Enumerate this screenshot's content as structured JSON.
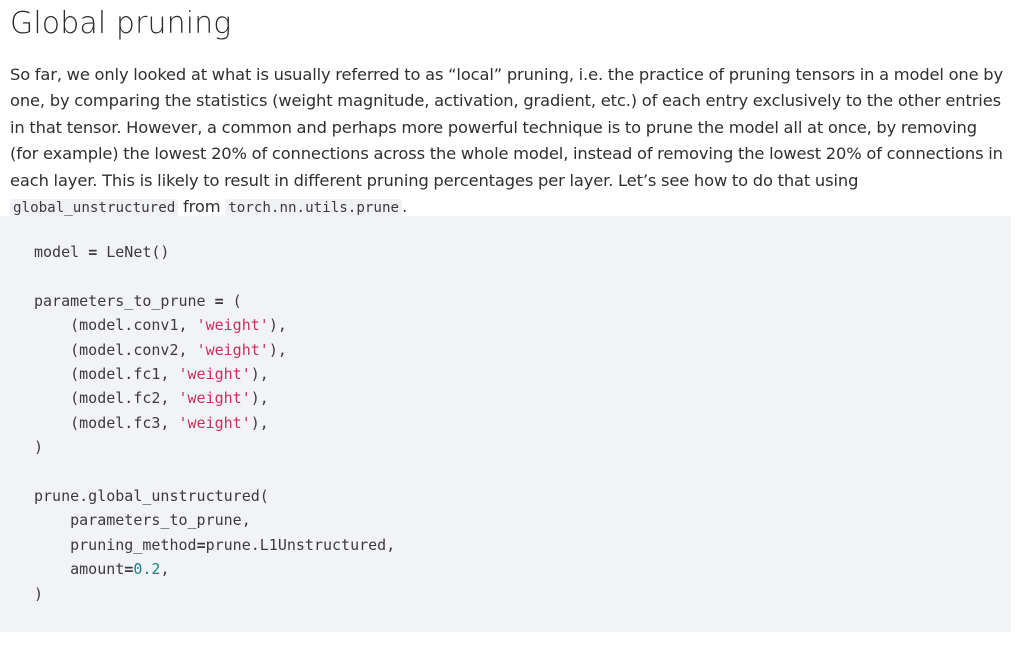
{
  "heading": {
    "text": "Global pruning"
  },
  "paragraph": {
    "part1": "So far, we only looked at what is usually referred to as “local” pruning, i.e. the practice of pruning tensors in a model one by one, by comparing the statistics (weight magnitude, activation, gradient, etc.) of each entry exclusively to the other entries in that tensor. However, a common and perhaps more powerful technique is to prune the model all at once, by removing (for example) the lowest 20% of connections across the whole model, instead of removing the lowest 20% of connections in each layer. This is likely to result in different pruning percentages per layer. Let’s see how to do that using ",
    "inline_code_1": "global_unstructured",
    "part2": " from ",
    "inline_code_2": "torch.nn.utils.prune",
    "part3": "."
  },
  "code_block": {
    "language": "python",
    "lines": [
      {
        "indent": 0,
        "tokens": [
          {
            "t": "plain",
            "v": "model "
          },
          {
            "t": "op",
            "v": "="
          },
          {
            "t": "plain",
            "v": " LeNet()"
          }
        ]
      },
      {
        "indent": 0,
        "tokens": []
      },
      {
        "indent": 0,
        "tokens": [
          {
            "t": "plain",
            "v": "parameters_to_prune "
          },
          {
            "t": "op",
            "v": "="
          },
          {
            "t": "plain",
            "v": " ("
          }
        ]
      },
      {
        "indent": 0,
        "tokens": [
          {
            "t": "plain",
            "v": "    (model.conv1, "
          },
          {
            "t": "str",
            "v": "'weight'"
          },
          {
            "t": "plain",
            "v": "),"
          }
        ]
      },
      {
        "indent": 0,
        "tokens": [
          {
            "t": "plain",
            "v": "    (model.conv2, "
          },
          {
            "t": "str",
            "v": "'weight'"
          },
          {
            "t": "plain",
            "v": "),"
          }
        ]
      },
      {
        "indent": 0,
        "tokens": [
          {
            "t": "plain",
            "v": "    (model.fc1, "
          },
          {
            "t": "str",
            "v": "'weight'"
          },
          {
            "t": "plain",
            "v": "),"
          }
        ]
      },
      {
        "indent": 0,
        "tokens": [
          {
            "t": "plain",
            "v": "    (model.fc2, "
          },
          {
            "t": "str",
            "v": "'weight'"
          },
          {
            "t": "plain",
            "v": "),"
          }
        ]
      },
      {
        "indent": 0,
        "tokens": [
          {
            "t": "plain",
            "v": "    (model.fc3, "
          },
          {
            "t": "str",
            "v": "'weight'"
          },
          {
            "t": "plain",
            "v": "),"
          }
        ]
      },
      {
        "indent": 0,
        "tokens": [
          {
            "t": "plain",
            "v": ")"
          }
        ]
      },
      {
        "indent": 0,
        "tokens": []
      },
      {
        "indent": 0,
        "tokens": [
          {
            "t": "plain",
            "v": "prune.global_unstructured("
          }
        ]
      },
      {
        "indent": 0,
        "tokens": [
          {
            "t": "plain",
            "v": "    parameters_to_prune,"
          }
        ]
      },
      {
        "indent": 0,
        "tokens": [
          {
            "t": "plain",
            "v": "    pruning_method"
          },
          {
            "t": "op",
            "v": "="
          },
          {
            "t": "plain",
            "v": "prune.L1Unstructured,"
          }
        ]
      },
      {
        "indent": 0,
        "tokens": [
          {
            "t": "plain",
            "v": "    amount"
          },
          {
            "t": "op",
            "v": "="
          },
          {
            "t": "num",
            "v": "0.2"
          },
          {
            "t": "plain",
            "v": ","
          }
        ]
      },
      {
        "indent": 0,
        "tokens": [
          {
            "t": "plain",
            "v": ")"
          }
        ]
      }
    ]
  },
  "colors": {
    "page_background": "#ffffff",
    "code_background": "#f2f3f7",
    "inline_code_background": "#f0f1f4",
    "text": "#2f2f2f",
    "heading": "#2b2b2b",
    "string_literal": "#c7315c",
    "number_literal": "#1a8080",
    "code_text": "#3b3b3b"
  }
}
